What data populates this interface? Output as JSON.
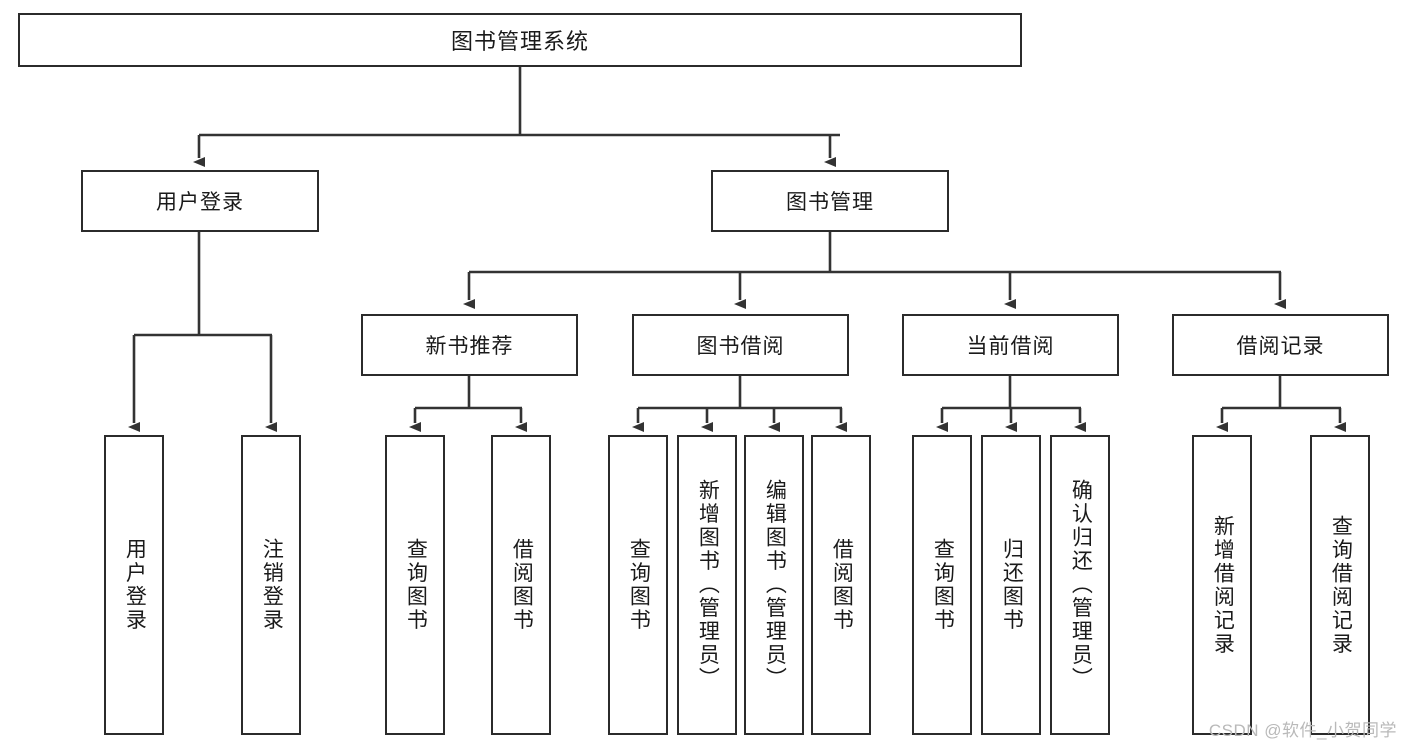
{
  "diagram": {
    "type": "tree-hierarchy",
    "title": "图书管理系统",
    "watermark": "CSDN @软件_小贺同学",
    "colors": {
      "box_border": "#2b2b2b",
      "box_fill": "#ffffff",
      "connector": "#333333",
      "text": "#1a1a1a",
      "watermark": "#b9b9b9",
      "background": "#ffffff"
    },
    "nodes": {
      "root": {
        "label": "图书管理系统",
        "level": 1,
        "orientation": "horizontal"
      },
      "level2": [
        {
          "id": "user-login",
          "label": "用户登录",
          "orientation": "horizontal"
        },
        {
          "id": "book-manage",
          "label": "图书管理",
          "orientation": "horizontal"
        }
      ],
      "level3": [
        {
          "id": "new-book-rec",
          "label": "新书推荐",
          "orientation": "horizontal",
          "parent": "book-manage"
        },
        {
          "id": "book-borrow",
          "label": "图书借阅",
          "orientation": "horizontal",
          "parent": "book-manage"
        },
        {
          "id": "current-borrow",
          "label": "当前借阅",
          "orientation": "horizontal",
          "parent": "book-manage"
        },
        {
          "id": "borrow-record",
          "label": "借阅记录",
          "orientation": "horizontal",
          "parent": "book-manage"
        }
      ],
      "leaves": [
        {
          "id": "leaf-user-login",
          "label": "用户登录",
          "parent": "user-login",
          "orientation": "vertical"
        },
        {
          "id": "leaf-logout",
          "label": "注销登录",
          "parent": "user-login",
          "orientation": "vertical"
        },
        {
          "id": "leaf-query-book-1",
          "label": "查询图书",
          "parent": "new-book-rec",
          "orientation": "vertical"
        },
        {
          "id": "leaf-borrow-book-1",
          "label": "借阅图书",
          "parent": "new-book-rec",
          "orientation": "vertical"
        },
        {
          "id": "leaf-query-book-2",
          "label": "查询图书",
          "parent": "book-borrow",
          "orientation": "vertical"
        },
        {
          "id": "leaf-add-book",
          "label": "新增图书（管理员）",
          "parent": "book-borrow",
          "orientation": "vertical"
        },
        {
          "id": "leaf-edit-book",
          "label": "编辑图书（管理员）",
          "parent": "book-borrow",
          "orientation": "vertical"
        },
        {
          "id": "leaf-borrow-book-2",
          "label": "借阅图书",
          "parent": "book-borrow",
          "orientation": "vertical"
        },
        {
          "id": "leaf-query-book-3",
          "label": "查询图书",
          "parent": "current-borrow",
          "orientation": "vertical"
        },
        {
          "id": "leaf-return-book",
          "label": "归还图书",
          "parent": "current-borrow",
          "orientation": "vertical"
        },
        {
          "id": "leaf-confirm-return",
          "label": "确认归还（管理员）",
          "parent": "current-borrow",
          "orientation": "vertical"
        },
        {
          "id": "leaf-add-record",
          "label": "新增借阅记录",
          "parent": "borrow-record",
          "orientation": "vertical"
        },
        {
          "id": "leaf-query-record",
          "label": "查询借阅记录",
          "parent": "borrow-record",
          "orientation": "vertical"
        }
      ]
    }
  }
}
